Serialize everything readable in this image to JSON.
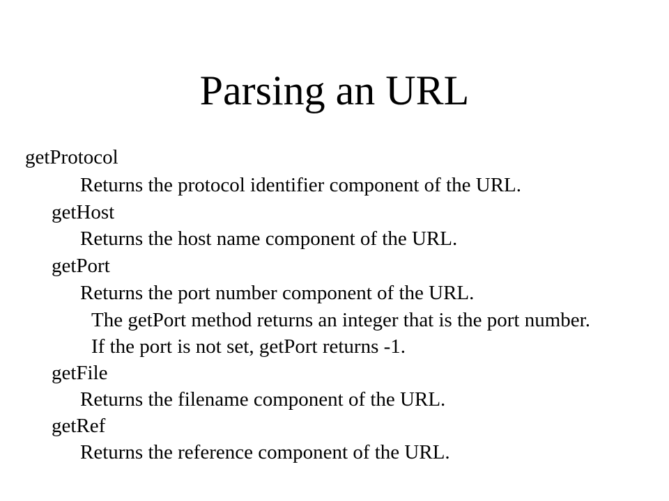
{
  "slide": {
    "title": "Parsing an URL",
    "lines": [
      "getProtocol",
      "Returns the protocol identifier component of the URL.",
      "getHost",
      "Returns the host name component of the URL.",
      "getPort",
      "Returns the port number component of the URL.",
      "The getPort method returns an integer that is the port number.",
      "If the port is not set, getPort returns -1.",
      "getFile",
      "Returns the filename component of the URL.",
      "getRef",
      "Returns the reference component of the URL."
    ]
  }
}
